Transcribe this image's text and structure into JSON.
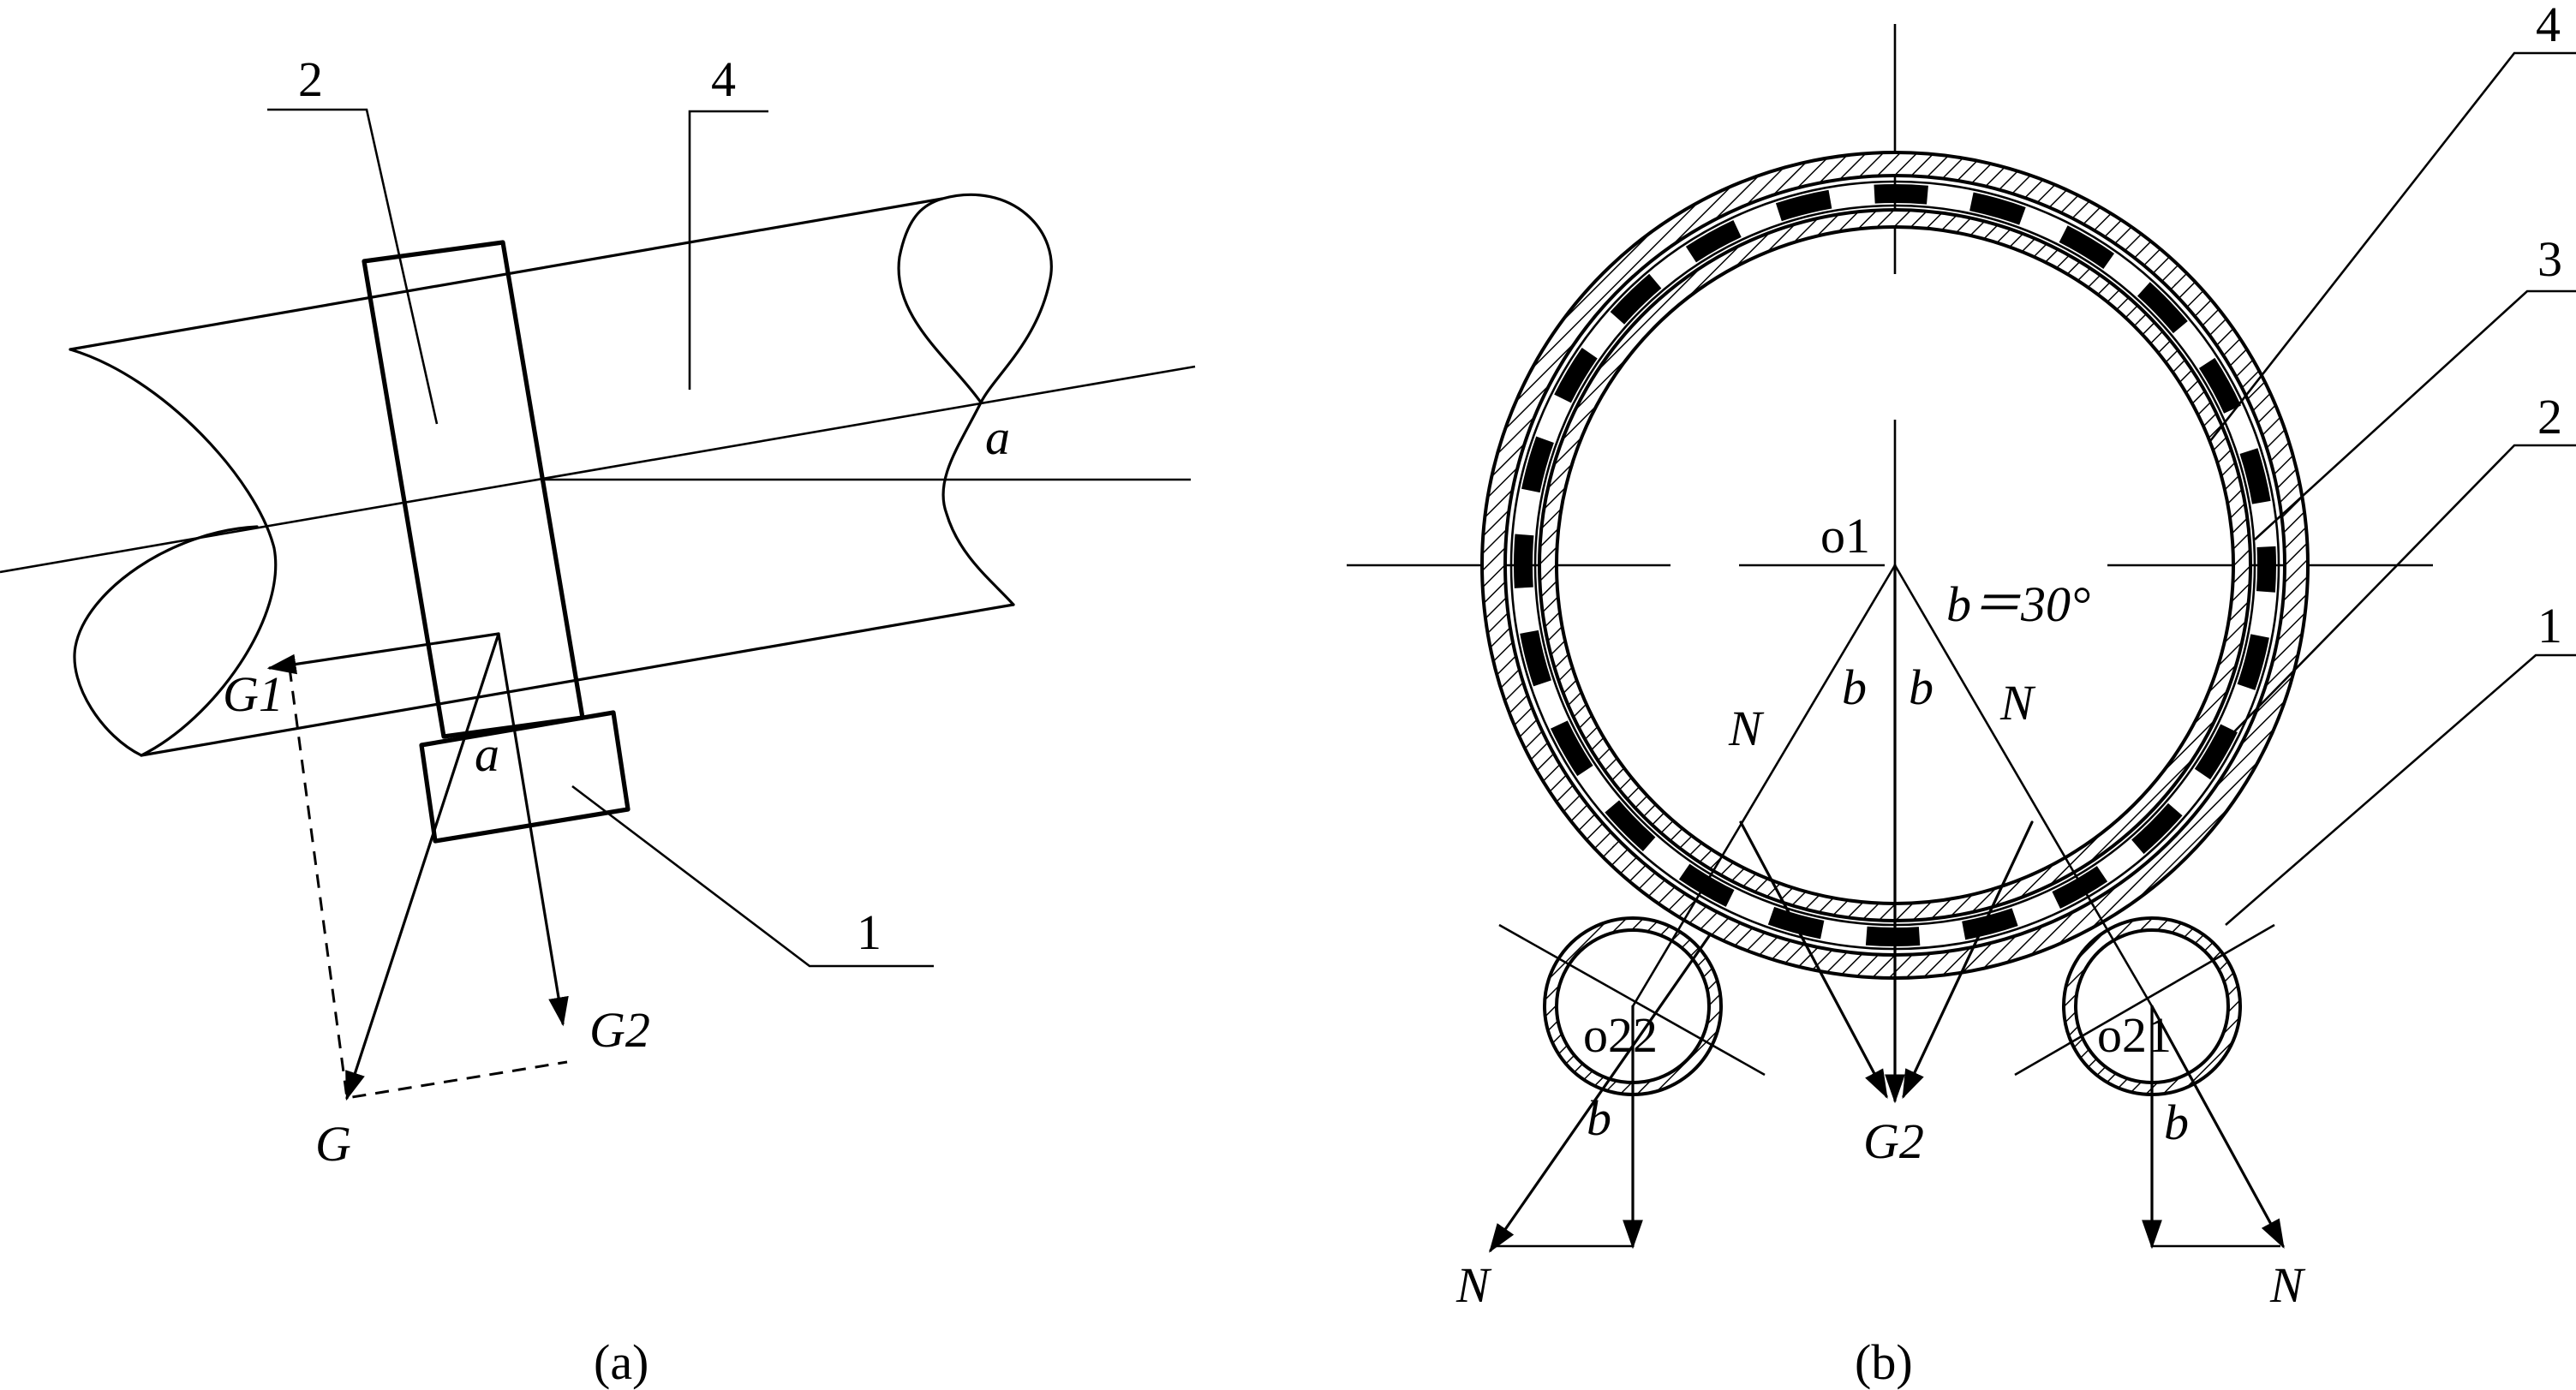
{
  "figure_a": {
    "caption": "(a)",
    "callout_2": "2",
    "callout_4": "4",
    "callout_1": "1",
    "angle_a_top": "a",
    "angle_a_low": "a",
    "force_g1": "G1",
    "force_g2": "G2",
    "force_g": "G"
  },
  "figure_b": {
    "caption": "(b)",
    "callout_4": "4",
    "callout_3": "3",
    "callout_2": "2",
    "callout_1": "1",
    "center_o1": "o1",
    "angle_eq": "b＝30°",
    "b_left": "b",
    "b_right": "b",
    "n_left": "N",
    "n_right": "N",
    "roller_left": "o22",
    "roller_right": "o21",
    "b_roller_left": "b",
    "b_roller_right": "b",
    "force_g2": "G2",
    "n_bottom_left": "N",
    "n_bottom_right": "N"
  },
  "colors": {
    "ink": "#000000",
    "paper": "#ffffff"
  }
}
